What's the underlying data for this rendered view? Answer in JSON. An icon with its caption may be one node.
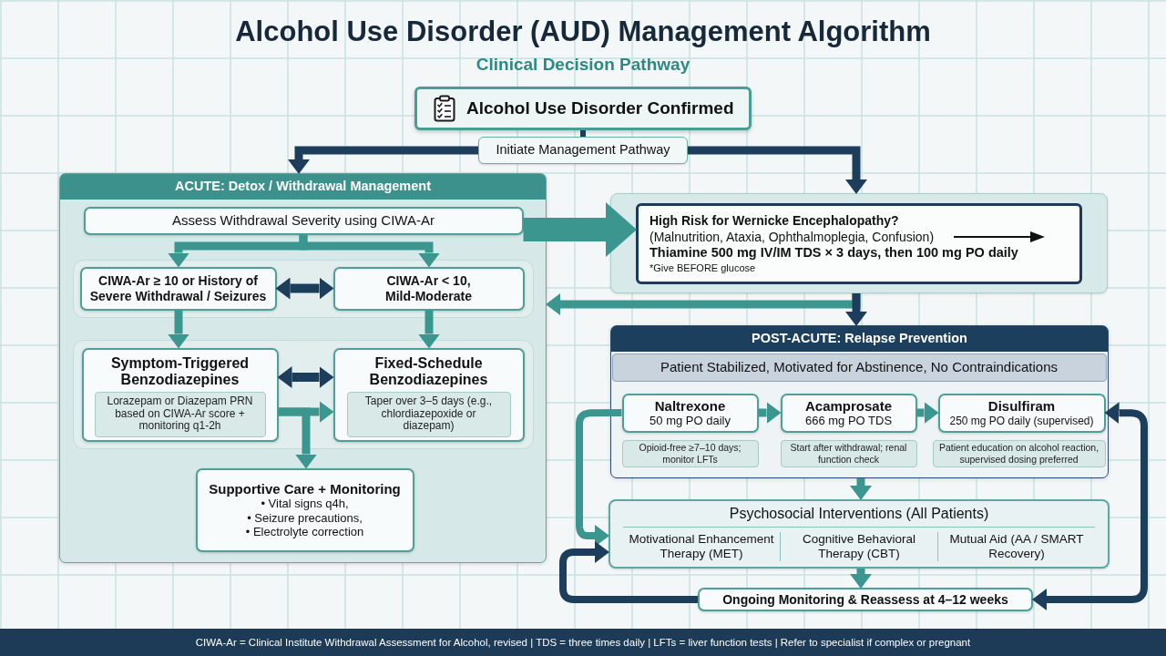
{
  "diagram": {
    "title": "Alcohol Use Disorder (AUD) Management Algorithm",
    "caption": "CIWA-Ar = Clinical Institute Withdrawal Assessment for Alcohol, revised | TDS = three times daily | LFTs = liver function tests | Refer to specialist if complex or pregnant",
    "labels": [
      "Clinical Decision Pathway"
    ],
    "nodes": [
      {
        "text": [
          "Alcohol Use Disorder Confirmed"
        ]
      },
      {
        "text": [
          "Initiate Management Pathway"
        ]
      },
      {
        "text": [
          "ACUTE: Detox / Withdrawal Management"
        ]
      },
      {
        "text": [
          "Assess Withdrawal Severity using CIWA-Ar"
        ],
        "in": 2
      },
      {
        "text": [
          "CIWA-Ar ≥ 10 or History of Severe Withdrawal / Seizures"
        ],
        "in": 2
      },
      {
        "text": [
          "CIWA-Ar < 10, Mild-Moderate"
        ],
        "in": 2
      },
      {
        "text": [
          "Symptom-Triggered Benzodiazepines"
        ],
        "in": 2
      },
      {
        "text": [
          "Lorazepam or Diazepam PRN based on CIWA-Ar score + monitoring q1-2h"
        ],
        "in": 6
      },
      {
        "text": [
          "Fixed-Schedule Benzodiazepines"
        ],
        "in": 2
      },
      {
        "text": [
          "Taper over 3–5 days (e.g., chlordiazepoxide or diazepam)"
        ],
        "in": 8
      },
      {
        "text": [
          "Supportive Care + Monitoring",
          "• Vital signs q4h,",
          "• Seizure precautions,",
          "• Electrolyte correction"
        ],
        "in": 2
      },
      {
        "text": [],
        "shape": "box"
      },
      {
        "text": [
          "High Risk for Wernicke Encephalopathy?",
          "(Malnutrition, Ataxia, Ophthalmoplegia, Confusion)",
          "Thiamine 500 mg IV/IM TDS × 3 days, then 100 mg PO daily",
          "*Give BEFORE glucose"
        ],
        "in": 11
      },
      {
        "text": [
          "POST-ACUTE: Relapse Prevention"
        ]
      },
      {
        "text": [
          "Patient Stabilized, Motivated for Abstinence, No Contraindications"
        ],
        "in": 13
      },
      {
        "text": [
          "Naltrexone",
          "50 mg PO daily"
        ],
        "in": 13
      },
      {
        "text": [
          "Opioid-free ≥7–10 days; monitor LFTs"
        ],
        "in": 13
      },
      {
        "text": [
          "Acamprosate",
          "666 mg PO TDS"
        ],
        "in": 13
      },
      {
        "text": [
          "Start after withdrawal; renal function check"
        ],
        "in": 13
      },
      {
        "text": [
          "Disulfiram",
          "250 mg PO daily (supervised)"
        ],
        "in": 13
      },
      {
        "text": [
          "Patient education on alcohol reaction, supervised dosing preferred"
        ],
        "in": 13
      },
      {
        "text": [
          "Psychosocial Interventions (All Patients)",
          "Motivational Enhancement Therapy (MET)",
          "Cognitive Behavioral Therapy (CBT)",
          "Mutual Aid (AA / SMART Recovery)"
        ]
      },
      {
        "text": [
          "Ongoing Monitoring & Reassess at 4–12 weeks"
        ]
      }
    ],
    "edges": [
      {
        "from": 0,
        "to": 1,
        "arrow": "none",
        "color": "#1d3d5c"
      },
      {
        "from": 1,
        "to": 2,
        "arrow": "to",
        "color": "#1d3d5c"
      },
      {
        "from": 1,
        "to": 11,
        "arrow": "to",
        "color": "#1d3d5c"
      },
      {
        "from": 3,
        "to": 4,
        "arrow": "to"
      },
      {
        "from": 3,
        "to": 5,
        "arrow": "to"
      },
      {
        "from": 4,
        "to": 5,
        "arrow": "both",
        "color": "#1d3d5c"
      },
      {
        "from": 4,
        "to": 6,
        "arrow": "to"
      },
      {
        "from": 5,
        "to": 8,
        "arrow": "to"
      },
      {
        "from": 6,
        "to": 8,
        "arrow": "both",
        "color": "#1d3d5c"
      },
      {
        "from": 6,
        "to": 8,
        "arrow": "to"
      },
      {
        "from": 6,
        "to": 10,
        "arrow": "to"
      },
      {
        "from": 3,
        "to": 12,
        "arrow": "to",
        "style": "thick"
      },
      {
        "from": 11,
        "to": 2,
        "arrow": "to"
      },
      {
        "from": 11,
        "to": 13,
        "arrow": "to",
        "color": "#1d3d5c"
      },
      {
        "from": 15,
        "to": 17,
        "arrow": "to"
      },
      {
        "from": 17,
        "to": 19,
        "arrow": "to"
      },
      {
        "from": 13,
        "to": 21,
        "arrow": "to"
      },
      {
        "from": 21,
        "to": 22,
        "arrow": "to"
      },
      {
        "from": 15,
        "to": 21,
        "arrow": "to"
      },
      {
        "from": 22,
        "to": 21,
        "arrow": "to",
        "color": "#1d3d5c"
      },
      {
        "from": 19,
        "to": 22,
        "arrow": "both",
        "color": "#1d3d5c"
      }
    ]
  }
}
